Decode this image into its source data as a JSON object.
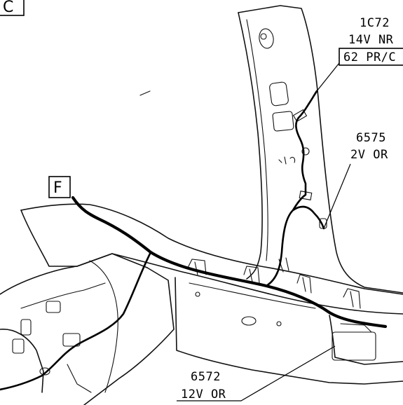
{
  "view_letter": "C",
  "connector_letter": "F",
  "callouts": [
    {
      "code": "1C72",
      "spec": "14V NR",
      "ref": "62 PR/C"
    },
    {
      "code": "6575",
      "spec": "2V OR"
    },
    {
      "code": "6572",
      "spec": "12V OR"
    }
  ]
}
